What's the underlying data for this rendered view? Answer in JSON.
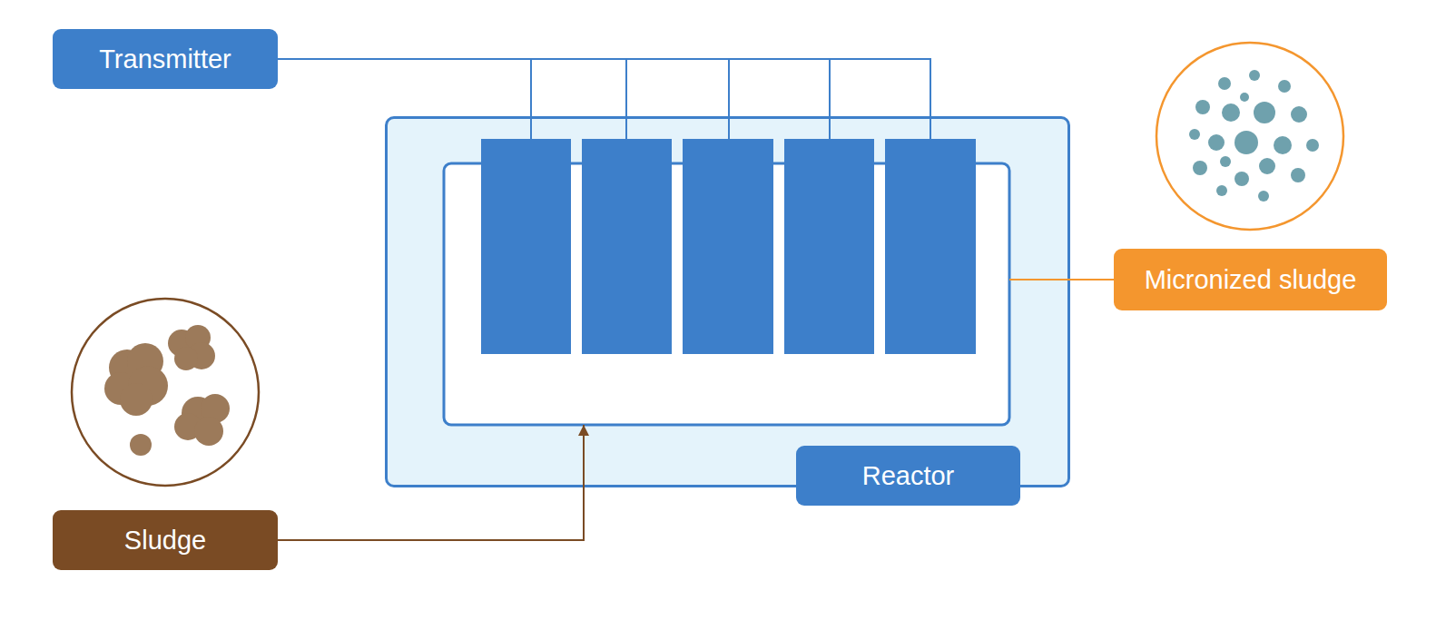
{
  "diagram": {
    "nodes": [
      {
        "text": [
          "Transmitter"
        ]
      },
      {
        "text": [
          "Reactor"
        ]
      },
      {
        "text": [
          "Micronized sludge"
        ]
      },
      {
        "text": [
          "Sludge"
        ]
      }
    ],
    "edges": [
      {
        "from": 0,
        "to": 1,
        "arrow": "none"
      },
      {
        "from": 3,
        "to": 1,
        "arrow": "to"
      },
      {
        "from": 1,
        "to": 2,
        "arrow": "none"
      }
    ]
  }
}
